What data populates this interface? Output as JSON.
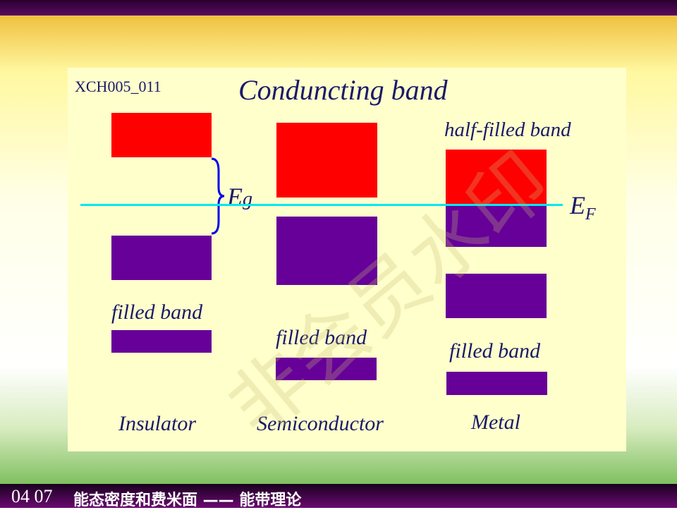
{
  "slide": {
    "code": "XCH005_011",
    "title": "Conduncting band",
    "eg_label": "E",
    "eg_sub": "g",
    "ef_label": "E",
    "ef_sub": "F",
    "half_filled_label": "half-filled band",
    "filled_label": "filled band",
    "columns": [
      "Insulator",
      "Semiconductor",
      "Metal"
    ],
    "watermark": "非会员水印"
  },
  "footer": {
    "number": "04 07",
    "title": "能态密度和费米面 —— 能带理论"
  },
  "colors": {
    "conduction": "#ff0000",
    "valence": "#660099",
    "fermi": "#00e8f0",
    "brace": "#0000ee"
  }
}
